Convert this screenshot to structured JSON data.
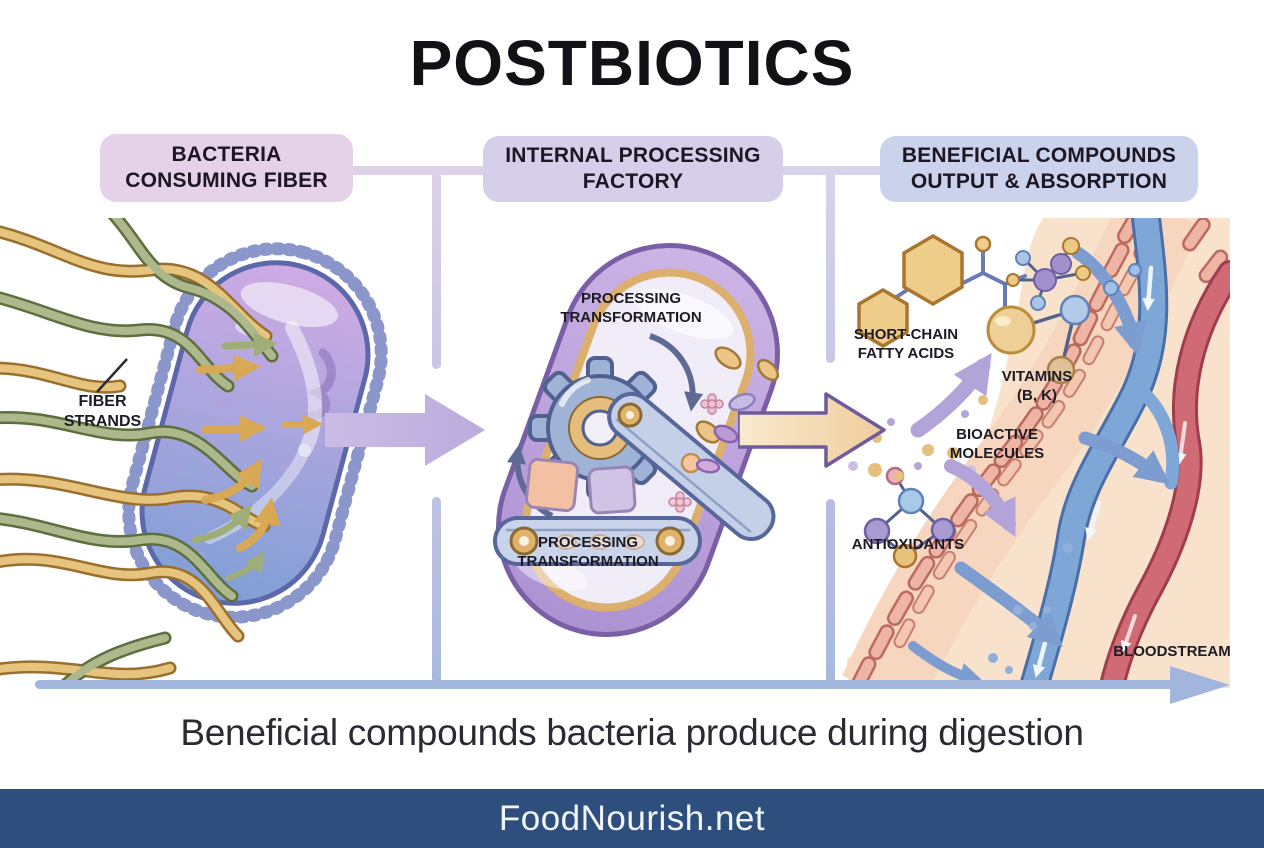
{
  "title": "POSTBIOTICS",
  "headers": {
    "left": {
      "line1": "BACTERIA",
      "line2": "CONSUMING FIBER"
    },
    "middle": {
      "line1": "INTERNAL PROCESSING",
      "line2": "FACTORY"
    },
    "right": {
      "line1": "BENEFICIAL COMPOUNDS",
      "line2": "OUTPUT & ABSORPTION"
    }
  },
  "left_panel": {
    "fiber_label": "FIBER\nSTRANDS"
  },
  "middle_panel": {
    "processing_top": "PROCESSING\nTRANSFORMATION",
    "processing_bottom": "PROCESSING\nTRANSFORMATION"
  },
  "right_panel": {
    "scfa": "SHORT-CHAIN\nFATTY ACIDS",
    "vitamins": "VITAMINS\n(B, K)",
    "bioactive": "BIOACTIVE\nMOLECULES",
    "antioxidants": "ANTIOXIDANTS",
    "bloodstream": "BLOODSTREAM"
  },
  "caption": "Beneficial compounds bacteria produce during digestion",
  "footer": {
    "site": "FoodNourish.net"
  },
  "icons": [
    "bacterium-icon",
    "fiber-strands-icon",
    "gear-icon",
    "conveyor-belt-icon",
    "cycle-arrows-icon",
    "molecule-icon",
    "intestinal-wall-icon",
    "blood-vessel-icon",
    "flow-arrow-icon"
  ],
  "colors": {
    "header_left_bg": "#e5d2e9",
    "header_middle_bg": "#d6cfe9",
    "header_right_bg": "#cbd3ec",
    "connector": "#dcd1e8",
    "divider_blue": "#a9bade",
    "bottom_arrow": "#a2b6dd",
    "footer_bg": "#2e4f7e",
    "title_color": "#121116",
    "bacterium_purple": "#c3acdf",
    "membrane_gold": "#ddaf6d",
    "fiber_gold": "#e7c47e",
    "fiber_green": "#adb98c",
    "villi_pink": "#efb5a4",
    "vein_blue": "#7ea6d6",
    "artery_red": "#d06a74",
    "tissue_peach": "#f8e2cb"
  }
}
